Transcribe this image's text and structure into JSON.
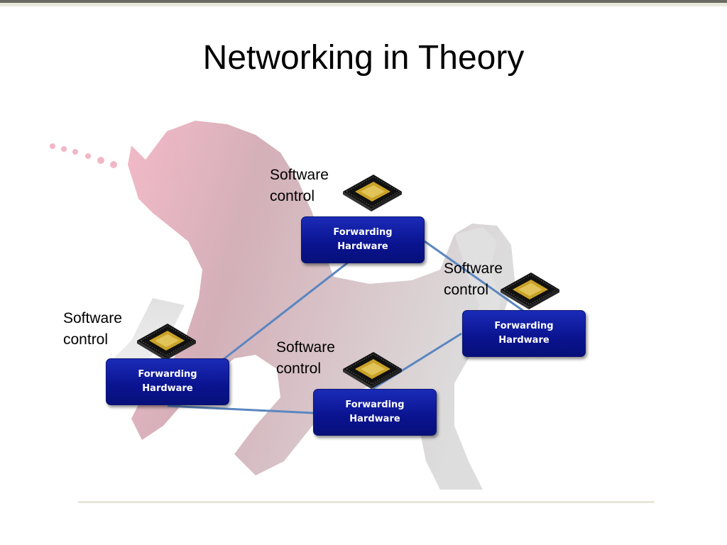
{
  "slide": {
    "title": "Networking in Theory"
  },
  "nodes": [
    {
      "line1": "Forwarding",
      "line2": "Hardware",
      "software_label_line1": "Software",
      "software_label_line2": "control"
    },
    {
      "line1": "Forwarding",
      "line2": "Hardware",
      "software_label_line1": "Software",
      "software_label_line2": "control"
    },
    {
      "line1": "Forwarding",
      "line2": "Hardware",
      "software_label_line1": "Software",
      "software_label_line2": "control"
    },
    {
      "line1": "Forwarding",
      "line2": "Hardware",
      "software_label_line1": "Software",
      "software_label_line2": "control"
    }
  ],
  "colors": {
    "node_fill": "#0a138f",
    "link": "#5b86c0",
    "chip_gold": "#c9a227",
    "background_art": "unicorn-silhouette"
  }
}
